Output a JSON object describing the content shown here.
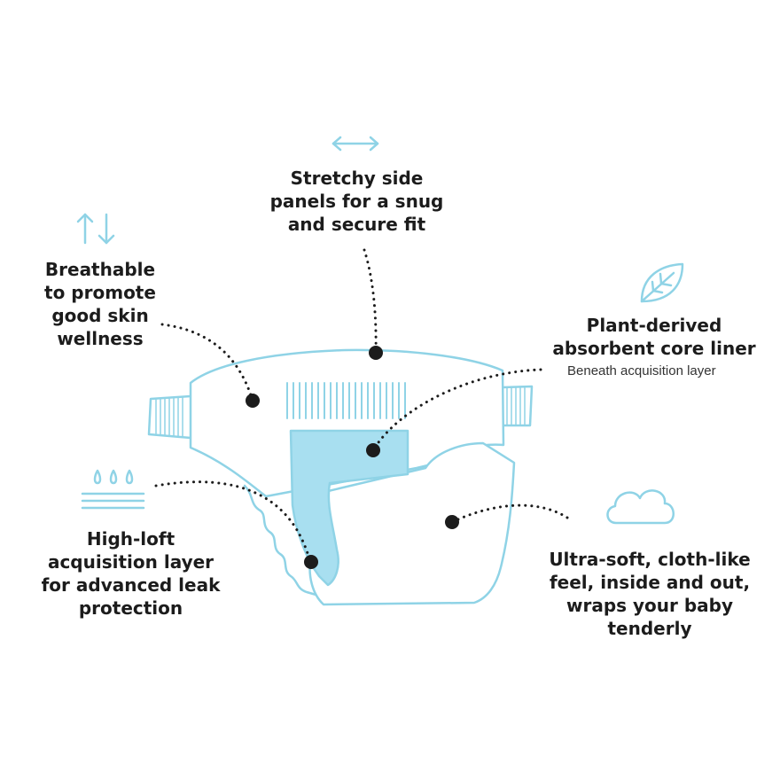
{
  "colors": {
    "accent": "#8fd3e6",
    "fill": "#a8dff0",
    "ink": "#1c1c1c"
  },
  "callouts": {
    "stretch": {
      "icon": "double-arrow-horizontal-icon",
      "lines": [
        "Stretchy side",
        "panels for a snug",
        "and secure fit"
      ]
    },
    "breathable": {
      "icon": "up-down-arrows-icon",
      "lines": [
        "Breathable",
        "to promote",
        "good skin",
        "wellness"
      ]
    },
    "plant": {
      "icon": "leaf-icon",
      "lines": [
        "Plant-derived",
        "absorbent core liner"
      ],
      "sub": "Beneath acquisition layer"
    },
    "highloft": {
      "icon": "droplets-layers-icon",
      "lines": [
        "High-loft",
        "acquisition layer",
        "for advanced leak",
        "protection"
      ]
    },
    "soft": {
      "icon": "cloud-icon",
      "lines": [
        "Ultra-soft, cloth-like",
        "feel, inside and out,",
        "wraps your baby",
        "tenderly"
      ]
    }
  }
}
